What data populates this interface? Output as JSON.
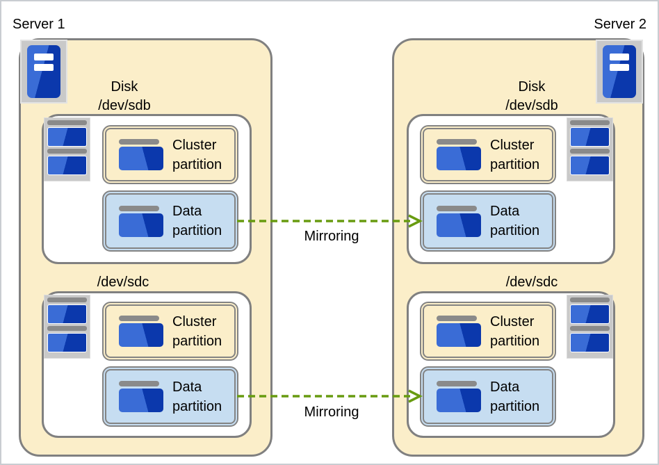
{
  "colors": {
    "cream": "#FBEEC9",
    "data-blue": "#C6DDF1",
    "line": "#808080",
    "icon-gray": "#C9C9C9",
    "bar-gray": "#8A8A8A",
    "blue-light": "#3A6CD6",
    "blue-dark": "#0B38AC",
    "green": "#689B10"
  },
  "servers": [
    {
      "name": "Server 1",
      "disks": [
        {
          "label": "Disk\n/dev/sdb",
          "partitions": [
            {
              "label": "Cluster\npartition"
            },
            {
              "label": "Data\npartition"
            }
          ]
        },
        {
          "label": "/dev/sdc",
          "partitions": [
            {
              "label": "Cluster\npartition"
            },
            {
              "label": "Data\npartition"
            }
          ]
        }
      ]
    },
    {
      "name": "Server 2",
      "disks": [
        {
          "label": "Disk\n/dev/sdb",
          "partitions": [
            {
              "label": "Cluster\npartition"
            },
            {
              "label": "Data\npartition"
            }
          ]
        },
        {
          "label": "/dev/sdc",
          "partitions": [
            {
              "label": "Cluster\npartition"
            },
            {
              "label": "Data\npartition"
            }
          ]
        }
      ]
    }
  ],
  "arrows": [
    {
      "label": "Mirroring"
    },
    {
      "label": "Mirroring"
    }
  ]
}
